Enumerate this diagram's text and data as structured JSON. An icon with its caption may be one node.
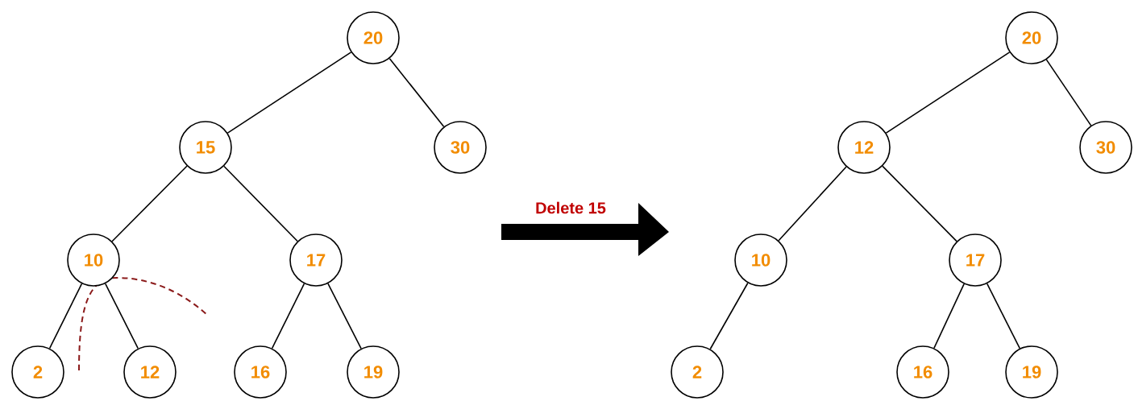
{
  "diagram": {
    "nodes": [
      {
        "text": [
          "20"
        ]
      },
      {
        "text": [
          "15"
        ]
      },
      {
        "text": [
          "30"
        ]
      },
      {
        "text": [
          "10"
        ]
      },
      {
        "text": [
          "17"
        ]
      },
      {
        "text": [
          "2"
        ]
      },
      {
        "text": [
          "12"
        ]
      },
      {
        "text": [
          "16"
        ]
      },
      {
        "text": [
          "19"
        ]
      },
      {
        "text": [
          "20"
        ]
      },
      {
        "text": [
          "12"
        ]
      },
      {
        "text": [
          "30"
        ]
      },
      {
        "text": [
          "10"
        ]
      },
      {
        "text": [
          "17"
        ]
      },
      {
        "text": [
          "2"
        ]
      },
      {
        "text": [
          "16"
        ]
      },
      {
        "text": [
          "19"
        ]
      }
    ],
    "edges": [
      {
        "from": 0,
        "to": 1,
        "arrow": "none"
      },
      {
        "from": 0,
        "to": 2,
        "arrow": "none"
      },
      {
        "from": 1,
        "to": 3,
        "arrow": "none"
      },
      {
        "from": 1,
        "to": 4,
        "arrow": "none"
      },
      {
        "from": 3,
        "to": 5,
        "arrow": "none"
      },
      {
        "from": 3,
        "to": 6,
        "arrow": "none"
      },
      {
        "from": 4,
        "to": 7,
        "arrow": "none"
      },
      {
        "from": 4,
        "to": 8,
        "arrow": "none"
      },
      {
        "from": 9,
        "to": 10,
        "arrow": "none"
      },
      {
        "from": 9,
        "to": 11,
        "arrow": "none"
      },
      {
        "from": 10,
        "to": 12,
        "arrow": "none"
      },
      {
        "from": 10,
        "to": 13,
        "arrow": "none"
      },
      {
        "from": 12,
        "to": 14,
        "arrow": "none"
      },
      {
        "from": 13,
        "to": 15,
        "arrow": "none"
      },
      {
        "from": 13,
        "to": 16,
        "arrow": "none"
      }
    ],
    "labels": [
      "Delete 15"
    ]
  }
}
